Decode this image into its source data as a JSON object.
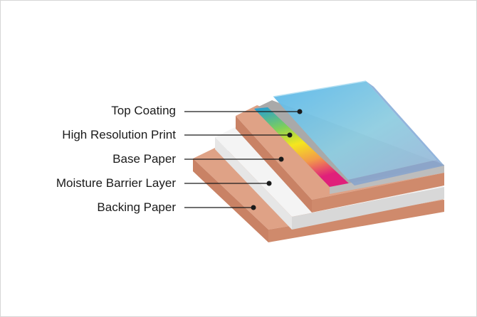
{
  "layers": [
    {
      "label": "Top Coating"
    },
    {
      "label": "High Resolution Print"
    },
    {
      "label": "Base Paper"
    },
    {
      "label": "Moisture Barrier Layer"
    },
    {
      "label": "Backing Paper"
    }
  ],
  "colors": {
    "backing_paper": "#d9977a",
    "moisture_barrier": "#eeeeee",
    "base_paper": "#d9977a",
    "top_coating": "#8fcde0",
    "print_gradient": [
      "#1f9bdc",
      "#7fcf5a",
      "#f5e61e",
      "#f29a4a",
      "#e0207a"
    ],
    "leader_line": "#1a1a1a"
  }
}
